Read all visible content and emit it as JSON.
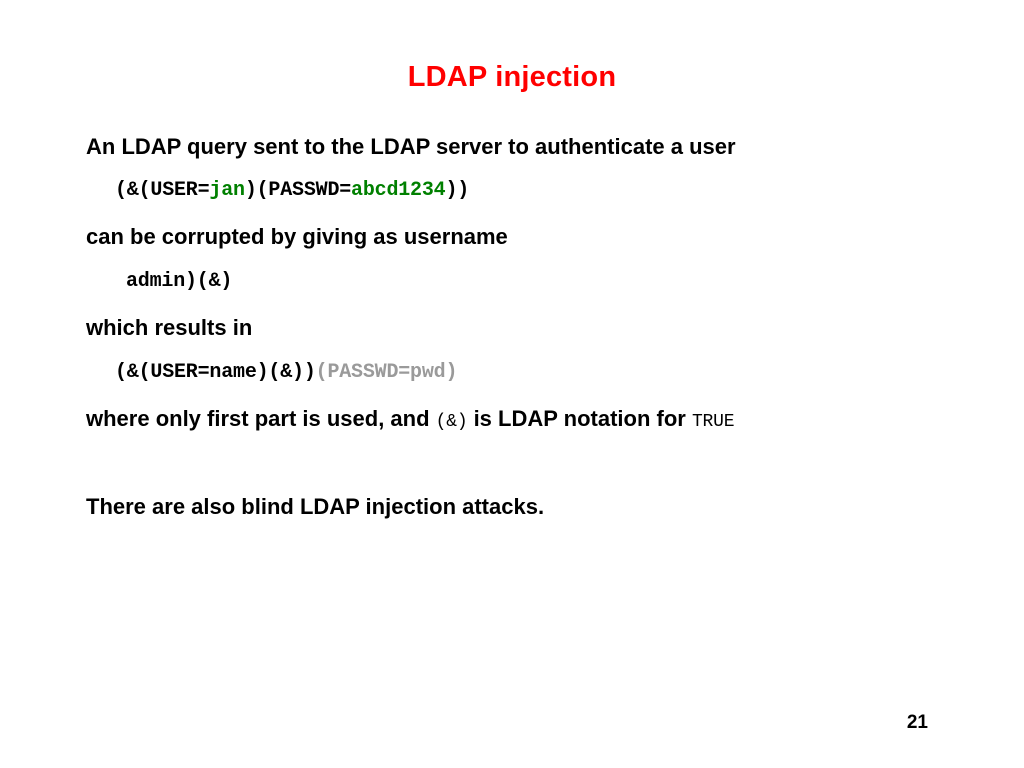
{
  "slide": {
    "title": "LDAP injection",
    "title_color": "#ff0000",
    "background_color": "#ffffff",
    "text_color": "#000000",
    "accent_green": "#008000",
    "accent_grey": "#9a9a9a",
    "page_number": "21"
  },
  "lines": {
    "prose_1": "An LDAP query sent to the LDAP server to authenticate a user",
    "code_1": {
      "part_a": "(&(USER=",
      "value_user": "jan",
      "part_b": ")(PASSWD=",
      "value_passwd": "abcd1234",
      "part_c": "))"
    },
    "prose_2": "can be corrupted by giving as username",
    "code_2": "admin)(&)",
    "prose_3": "which results in",
    "code_3": {
      "part_a": "(&(USER=name)(&))",
      "part_grey": "(PASSWD=pwd)"
    },
    "prose_4": {
      "segment_a": "where only first part is used, and ",
      "mono_a": "(&)",
      "segment_b": " is LDAP notation for ",
      "mono_b": "TRUE"
    },
    "prose_5": "There are also blind LDAP injection attacks."
  }
}
